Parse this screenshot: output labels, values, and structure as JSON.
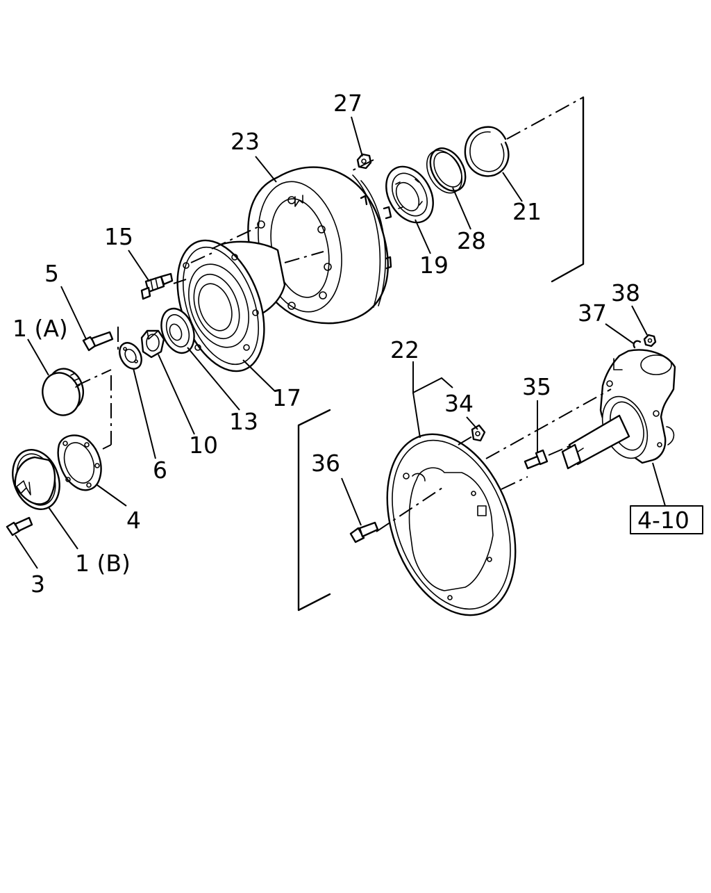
{
  "callouts": {
    "c27": "27",
    "c23": "23",
    "c21": "21",
    "c28": "28",
    "c19": "19",
    "c15": "15",
    "c5": "5",
    "c1a": "1 (A)",
    "c17": "17",
    "c13": "13",
    "c10": "10",
    "c6": "6",
    "c4": "4",
    "c1b": "1 (B)",
    "c3": "3",
    "c22": "22",
    "c34": "34",
    "c35": "35",
    "c36": "36",
    "c37": "37",
    "c38": "38"
  },
  "reference_box": "4-10"
}
